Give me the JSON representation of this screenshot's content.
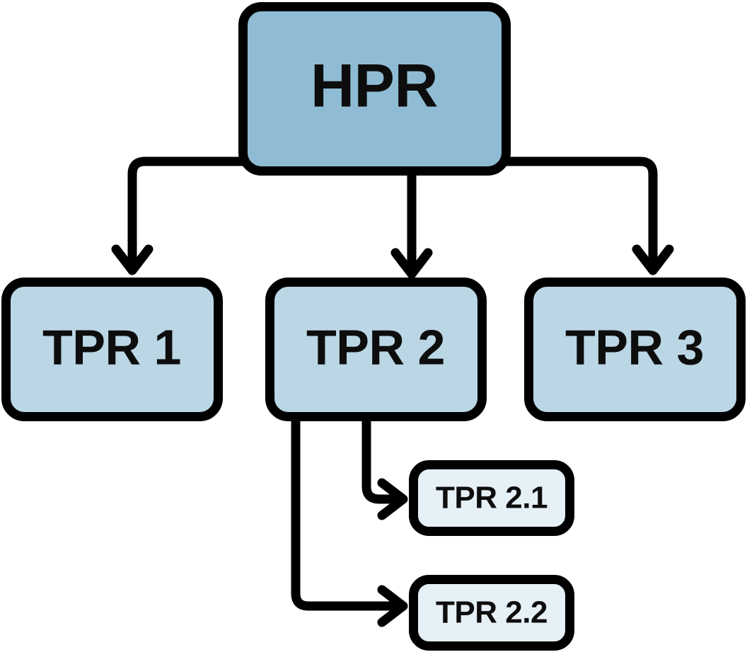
{
  "diagram": {
    "title": "HPR to TPR hierarchy flowchart",
    "type": "tree-flowchart",
    "background_color": "#ffffff",
    "edge_color": "#000000",
    "levels": [
      {
        "level": 1,
        "fill_color": "#8FBCD4",
        "nodes": [
          {
            "id": "hpr",
            "label": "HPR"
          }
        ]
      },
      {
        "level": 2,
        "fill_color": "#BBD6E4",
        "nodes": [
          {
            "id": "tpr1",
            "label": "TPR 1"
          },
          {
            "id": "tpr2",
            "label": "TPR 2"
          },
          {
            "id": "tpr3",
            "label": "TPR 3"
          }
        ]
      },
      {
        "level": 3,
        "fill_color": "#E6F0F7",
        "nodes": [
          {
            "id": "tpr21",
            "label": "TPR 2.1"
          },
          {
            "id": "tpr22",
            "label": "TPR 2.2"
          }
        ]
      }
    ],
    "edges": [
      {
        "from": "hpr",
        "to": "tpr1"
      },
      {
        "from": "hpr",
        "to": "tpr2"
      },
      {
        "from": "hpr",
        "to": "tpr3"
      },
      {
        "from": "tpr2",
        "to": "tpr21"
      },
      {
        "from": "tpr2",
        "to": "tpr22"
      }
    ]
  },
  "nodes": {
    "hpr": {
      "label": "HPR"
    },
    "tpr1": {
      "label": "TPR 1"
    },
    "tpr2": {
      "label": "TPR 2"
    },
    "tpr3": {
      "label": "TPR 3"
    },
    "tpr21": {
      "label": "TPR 2.1"
    },
    "tpr22": {
      "label": "TPR 2.2"
    }
  }
}
